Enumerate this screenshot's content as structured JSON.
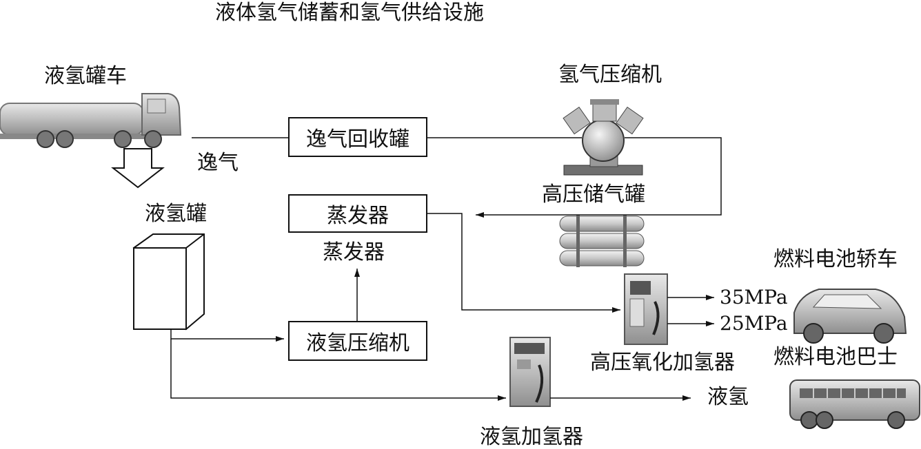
{
  "title": "液体氢气储蓄和氢气供给设施",
  "labels": {
    "tanker_truck": "液氢罐车",
    "boiloff_gas": "逸气",
    "lh2_tank": "液氢罐",
    "h2_compressor": "氢气压缩机",
    "hp_storage": "高压储气罐",
    "evaporator_caption": "蒸发器",
    "fc_car": "燃料电池轿车",
    "fc_bus": "燃料电池巴士",
    "pressure_high": "35MPa",
    "pressure_low": "25MPa",
    "hp_dispenser": "高压氧化加氢器",
    "liquid_h2": "液氢",
    "lh2_dispenser": "液氢加氢器"
  },
  "boxes": {
    "boiloff_tank": "逸气回收罐",
    "evaporator": "蒸发器",
    "lh2_compressor": "液氢压缩机"
  }
}
